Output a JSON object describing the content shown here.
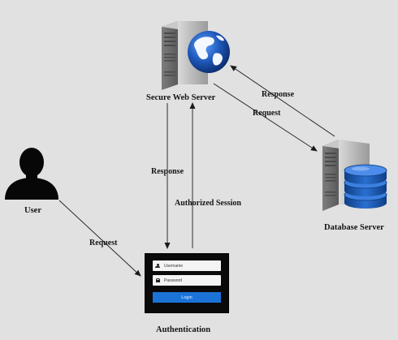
{
  "nodes": {
    "web_server": "Secure Web Server",
    "database": "Database Server",
    "user": "User",
    "auth": "Authentication"
  },
  "edges": {
    "server_to_db_response": "Response",
    "server_to_db_request": "Request",
    "server_to_auth_response": "Response",
    "auth_to_server_session": "Authorized Session",
    "user_to_auth_request": "Request"
  },
  "login": {
    "username": "Username",
    "password": "Password",
    "button": "Login"
  },
  "colors": {
    "background": "#e1e1e1",
    "login_panel": "#0a0a0a",
    "login_button": "#1b73d8",
    "globe_blue": "#1e57b8",
    "database_blue": "#1d56a8",
    "server_grey": "#8e8e8e"
  }
}
